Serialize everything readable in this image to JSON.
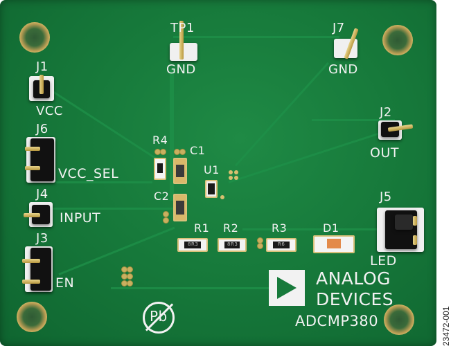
{
  "board": {
    "labels": {
      "tp1": "TP1",
      "gnd_left": "GND",
      "j7": "J7",
      "gnd_right": "GND",
      "j1": "J1",
      "vcc": "VCC",
      "j6": "J6",
      "vcc_sel": "VCC_SEL",
      "j4": "J4",
      "input": "INPUT",
      "j3": "J3",
      "en": "EN",
      "r4": "R4",
      "c1": "C1",
      "u1": "U1",
      "c2": "C2",
      "r1": "R1",
      "r2": "R2",
      "r3": "R3",
      "d1": "D1",
      "j2": "J2",
      "out": "OUT",
      "j5": "J5",
      "led": "LED",
      "brand_line1": "ANALOG",
      "brand_line2": "DEVICES",
      "part_number": "ADCMP380",
      "r1_marking": "8R3",
      "r2_marking": "8R3",
      "r3_marking": "R6",
      "pb_symbol": "Pb"
    },
    "colors": {
      "pcb": "#177a3b",
      "silkscreen": "#f2f2f2",
      "pad_gold": "#d2b866"
    }
  },
  "figure_code": "23472-001"
}
